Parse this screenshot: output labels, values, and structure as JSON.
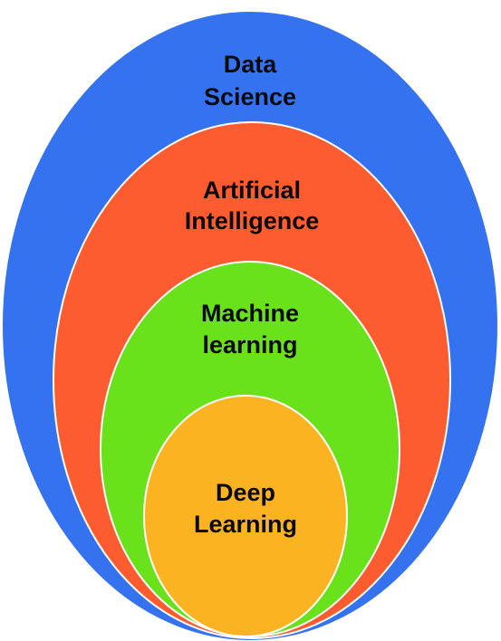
{
  "diagram": {
    "rings": [
      {
        "id": "data-science",
        "lines": [
          "Data",
          "Science"
        ],
        "fill": "#3572ef"
      },
      {
        "id": "artificial-intelligence",
        "lines": [
          "Artificial",
          "Intelligence"
        ],
        "fill": "#fd5b30"
      },
      {
        "id": "machine-learning",
        "lines": [
          "Machine",
          "learning"
        ],
        "fill": "#6ae21b"
      },
      {
        "id": "deep-learning",
        "lines": [
          "Deep",
          "Learning"
        ],
        "fill": "#fcb321"
      }
    ],
    "outline_color": "#ffffff"
  }
}
